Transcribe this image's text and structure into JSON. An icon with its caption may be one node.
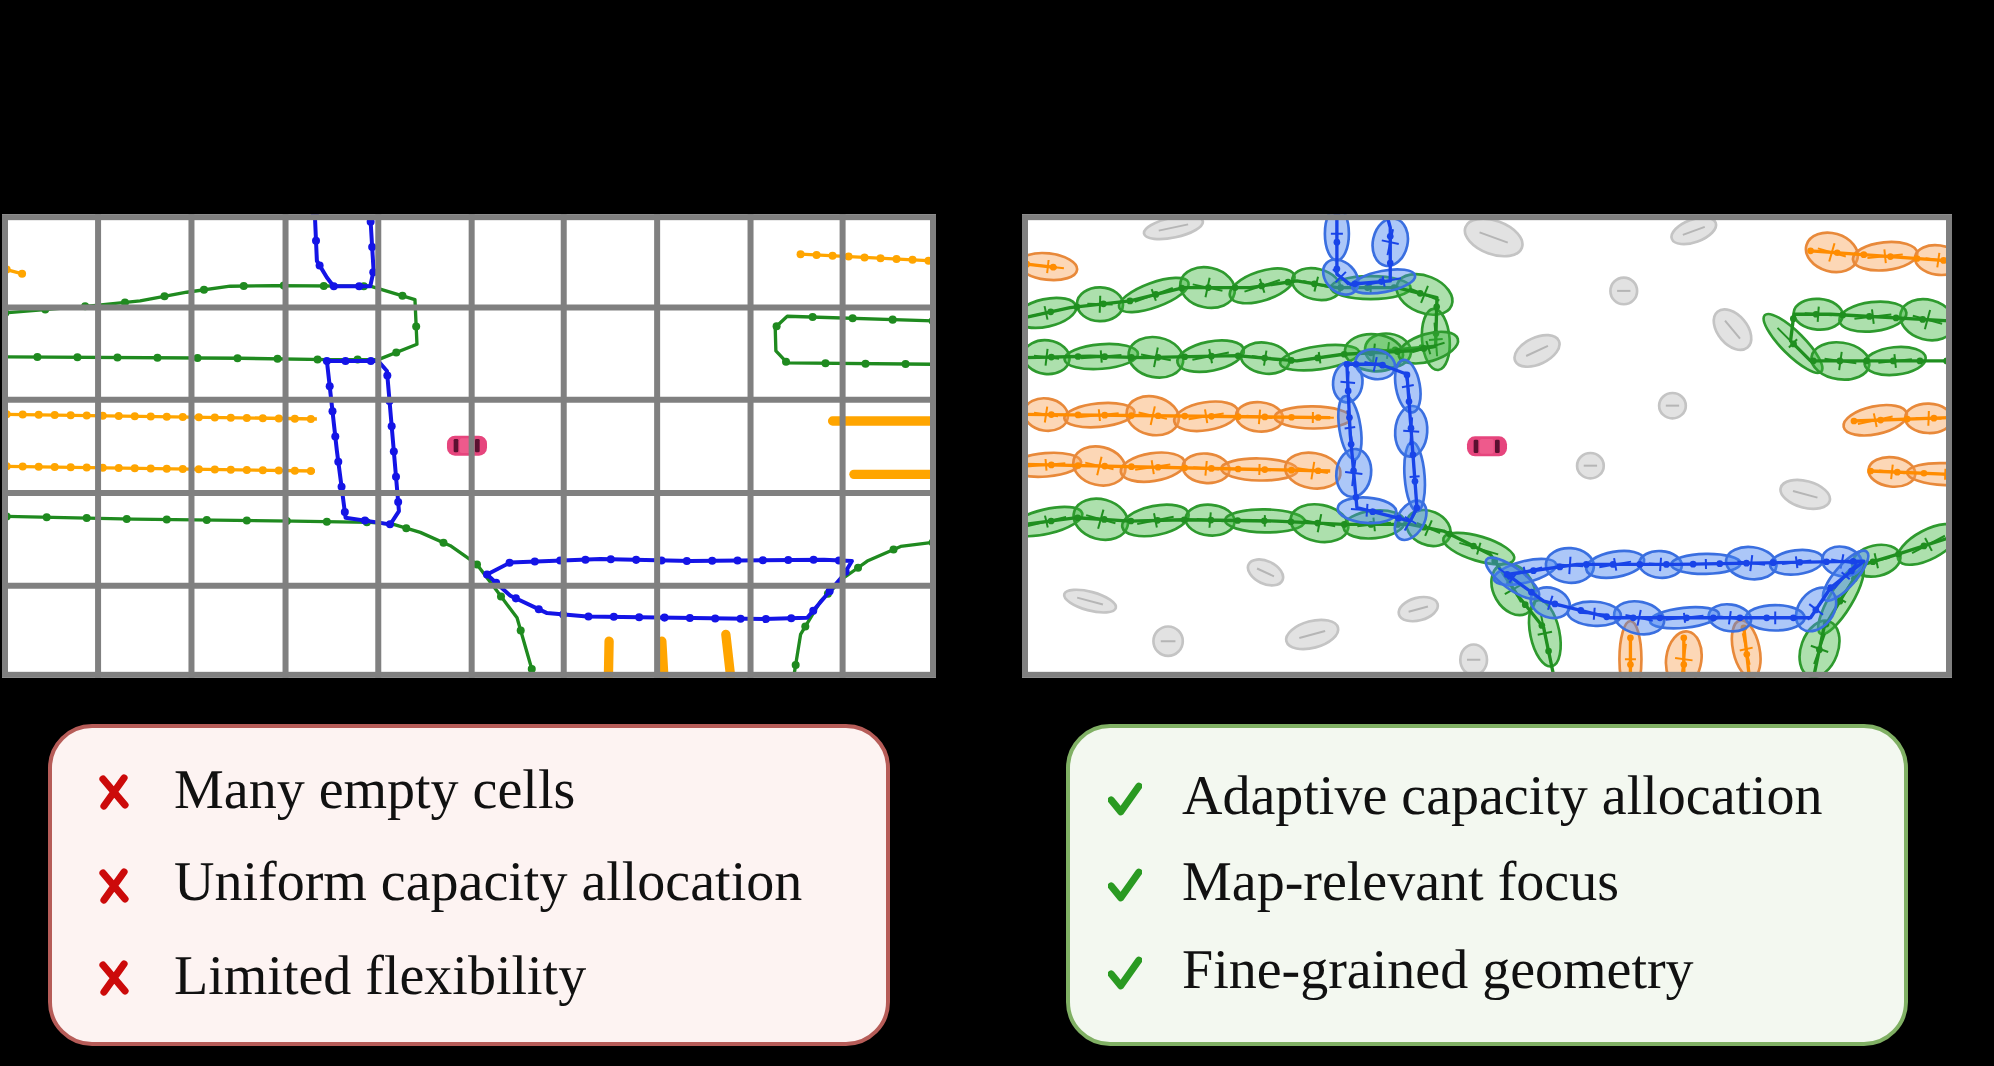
{
  "diagram": {
    "nodes": [
      {
        "text": [
          "Many empty cells",
          "Uniform capacity allocation",
          "Limited flexibility"
        ]
      },
      {
        "text": [
          "Adaptive capacity allocation",
          "Map-relevant focus",
          "Fine-grained geometry"
        ]
      }
    ]
  }
}
